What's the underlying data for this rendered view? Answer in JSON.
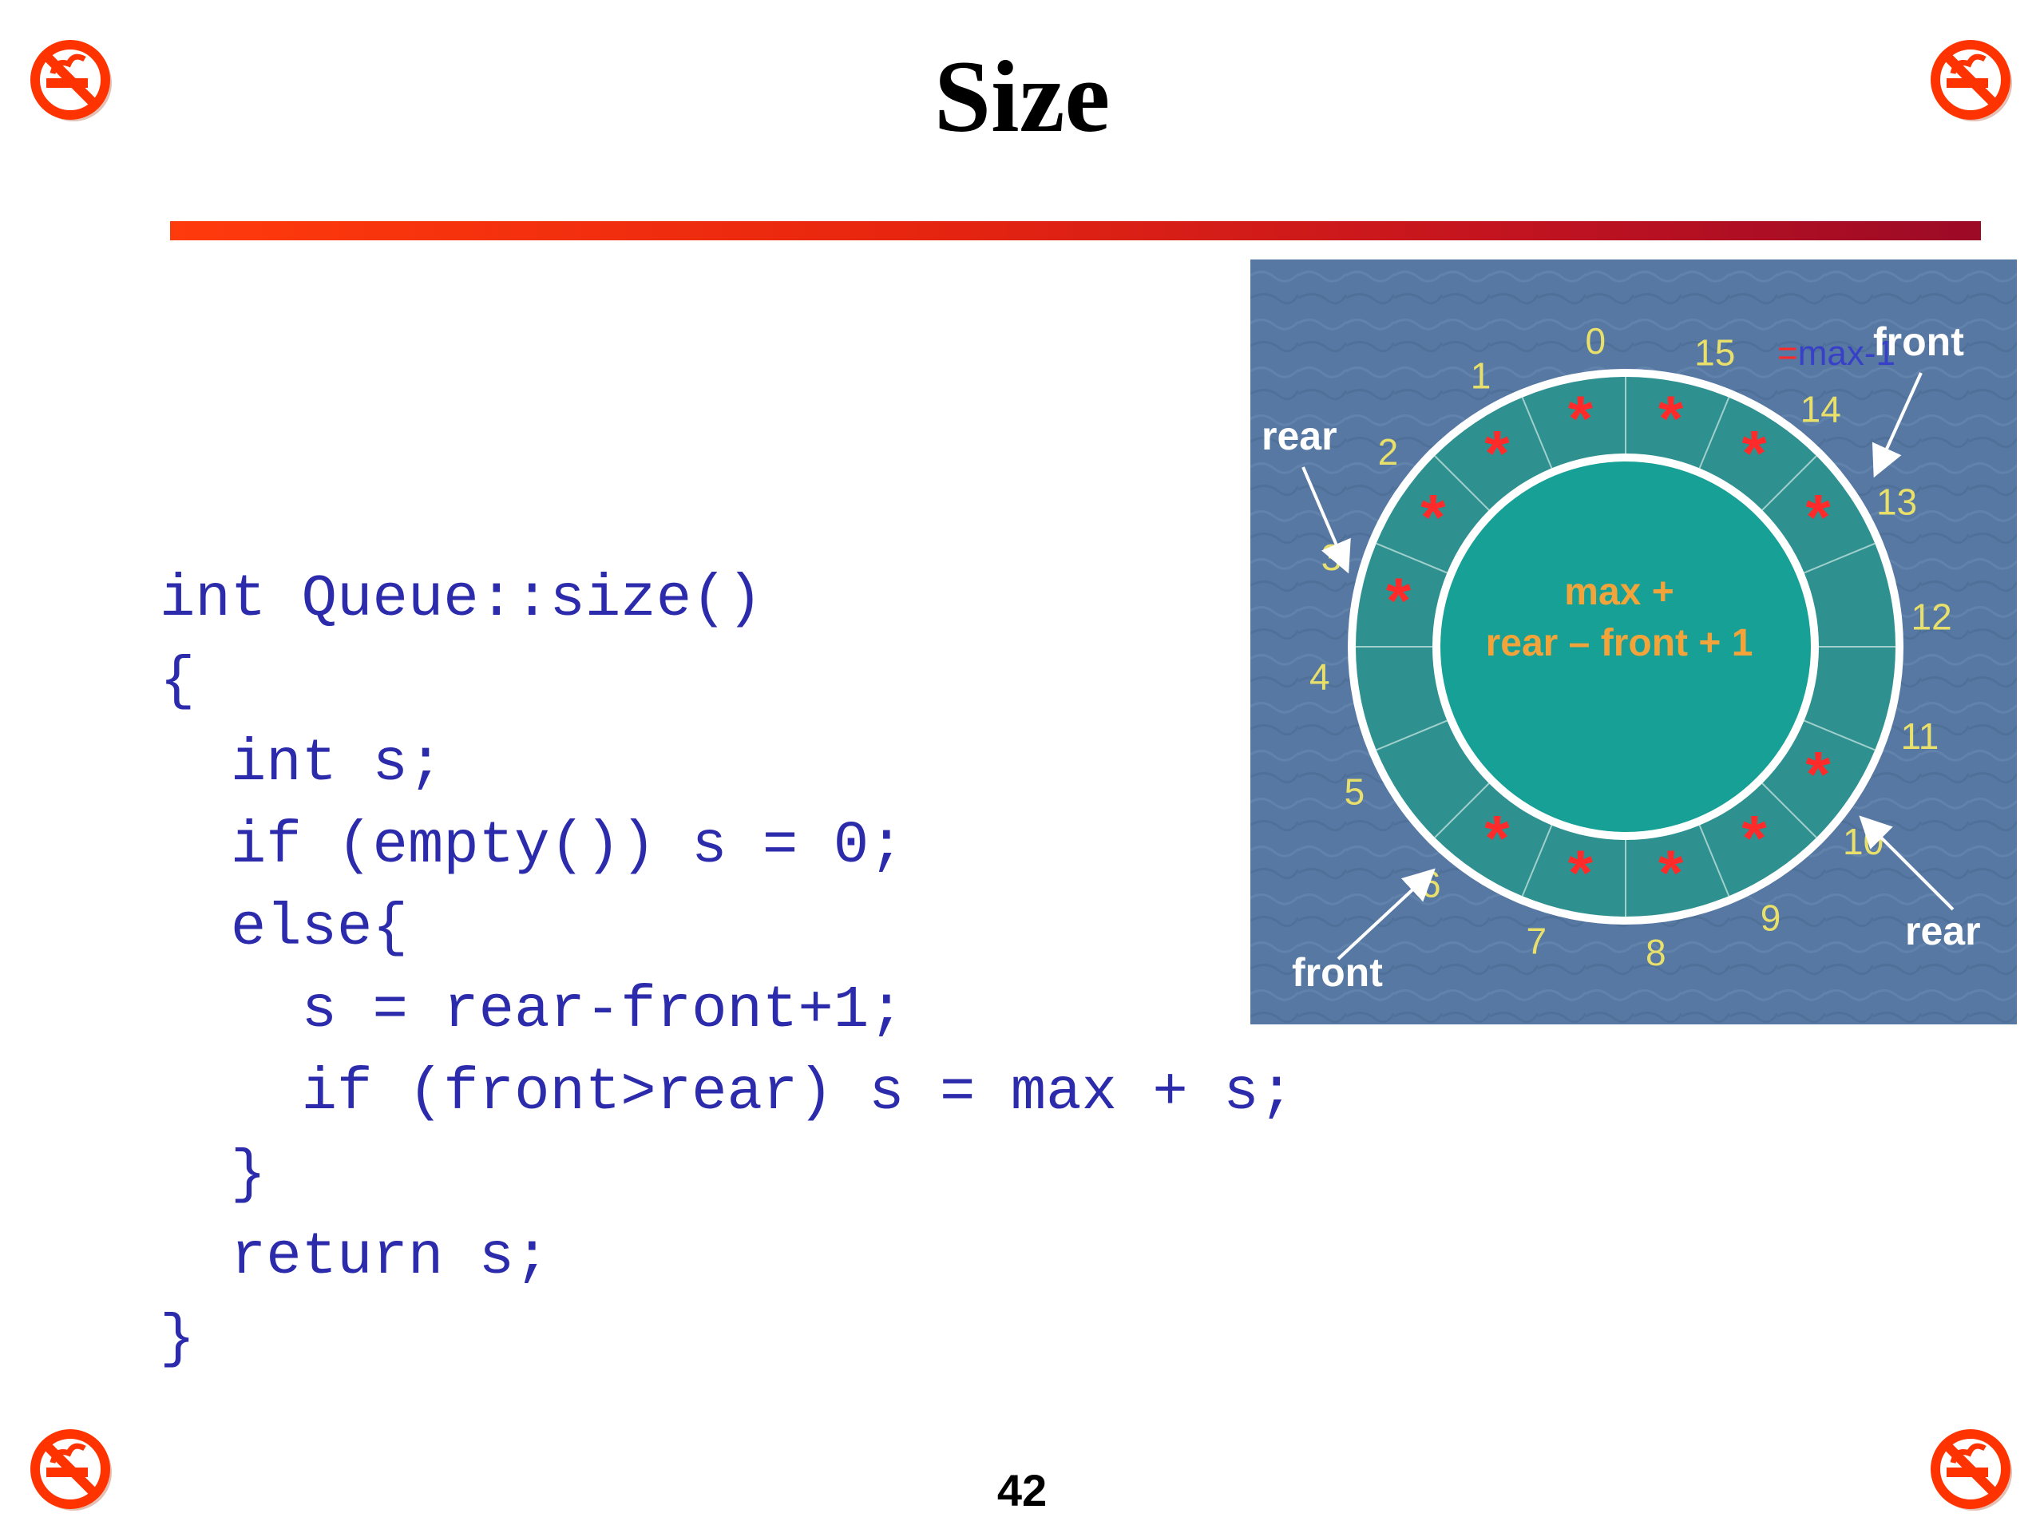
{
  "title": "Size",
  "page_number": "42",
  "code_lines": [
    "int Queue::size()",
    "{",
    "  int s;",
    "  if (empty()) s = 0;",
    "  else{",
    "    s = rear-front+1;",
    "    if (front>rear) s = max + s;",
    "  }",
    "  return s;",
    "}"
  ],
  "diagram": {
    "center_line1": "max +",
    "center_line2": "rear – front + 1",
    "slot_labels": [
      "0",
      "1",
      "2",
      "3",
      "4",
      "5",
      "6",
      "7",
      "8",
      "9",
      "10",
      "11",
      "12",
      "13",
      "14",
      "15"
    ],
    "max_eq": "=",
    "max_label": "max-1",
    "filled_slots": [
      0,
      15,
      14,
      13,
      1,
      2,
      3,
      6,
      7,
      8,
      9,
      10
    ],
    "front_top": "front",
    "rear_top": "rear",
    "front_bottom": "front",
    "rear_bottom": "rear"
  },
  "colors": {
    "code": "#2b2bab",
    "accent_bar_start": "#ff3a0c",
    "accent_bar_end": "#9c0a26",
    "diagram_bg": "#5678a2",
    "ring_fill": "#2f9090",
    "center_fill": "#17a096",
    "center_text": "#f2a43a",
    "slot_number": "#e8e06a",
    "star": "#ff2a2a",
    "max_label": "#3840c8"
  },
  "icons": [
    "no-smoking-icon"
  ]
}
